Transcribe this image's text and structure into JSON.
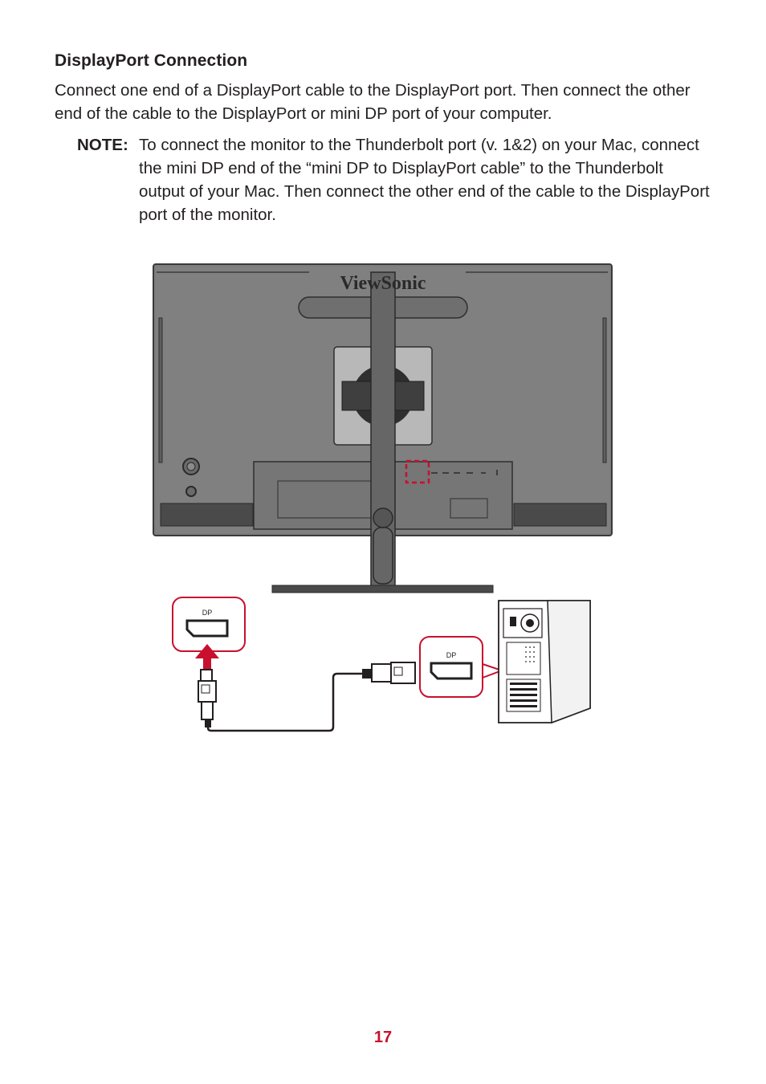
{
  "section": {
    "heading": "DisplayPort Connection",
    "paragraph": "Connect one end of a DisplayPort cable to the DisplayPort port. Then connect the other end of the cable to the DisplayPort or mini DP port of your computer."
  },
  "note": {
    "label": "NOTE:",
    "text": "To connect the monitor to the Thunderbolt port (v. 1&2) on your Mac, connect the mini DP end of the “mini DP to DisplayPort cable” to the Thunderbolt output of your Mac. Then connect the other end of the cable to the DisplayPort port of the monitor."
  },
  "figure": {
    "brand": "ViewSonic",
    "monitor_port_label": "DP",
    "computer_port_label": "DP",
    "highlight_color": "#c8102e",
    "icons": [
      "monitor-rear",
      "displayport-connector",
      "desktop-computer",
      "arrow-up-icon"
    ]
  },
  "footer": {
    "page_number": "17"
  }
}
